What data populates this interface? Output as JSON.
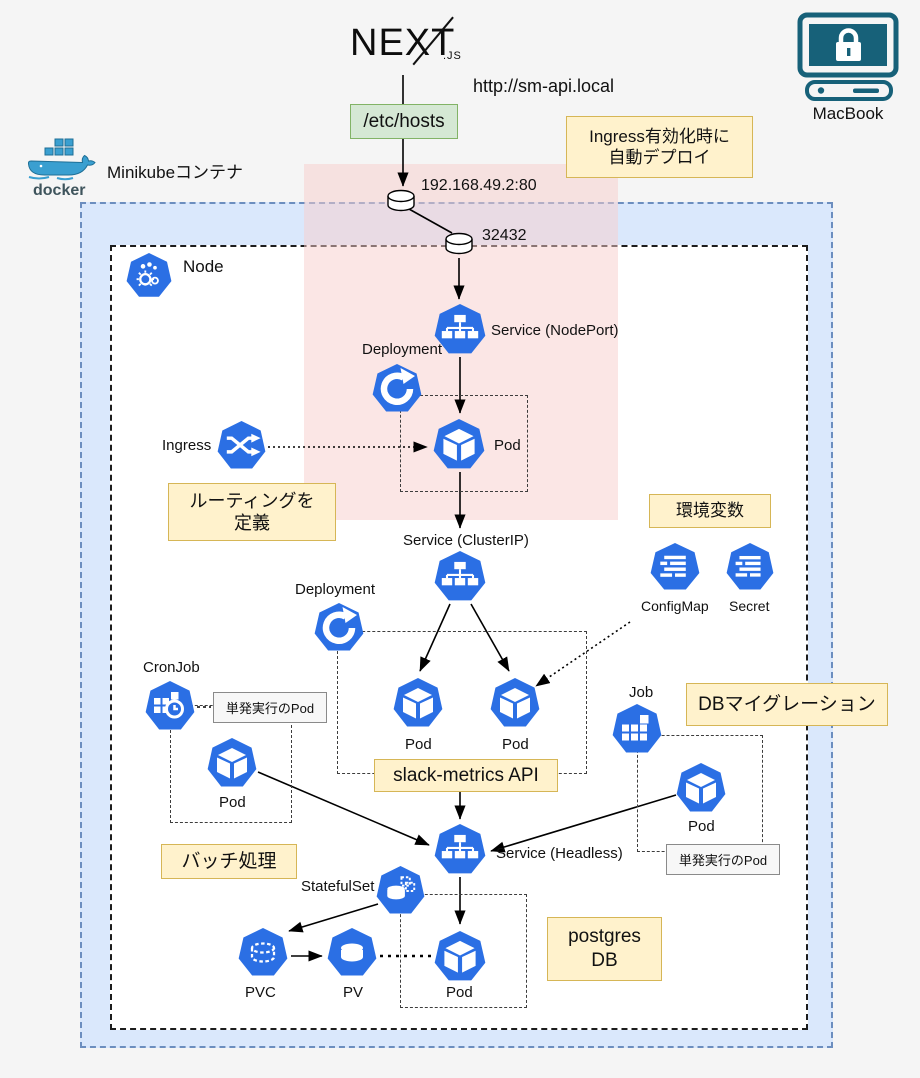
{
  "colors": {
    "background": "#f5f5f5",
    "kubernetes_blue": "#2b6fe4",
    "note_bg": "#fff2cc",
    "note_border": "#d6b656",
    "hosts_bg": "#d5e8d4",
    "hosts_border": "#82b366",
    "minikube_fill": "#dae8fc",
    "minikube_border": "#6c8ebf",
    "ingress_zone_pink": "rgba(248,206,204,0.5)",
    "macbook_teal": "#176179",
    "docker_blue": "#3a9fd0"
  },
  "external": {
    "nextjs_word": "NEXT",
    "nextjs_suffix": ".JS",
    "url": "http://sm-api.local",
    "hosts_file": "/etc/hosts",
    "macbook_label": "MacBook",
    "docker_label": "docker",
    "minikube_label": "Minikubeコンテナ"
  },
  "endpoints": {
    "ip_port": "192.168.49.2:80",
    "node_port": "32432"
  },
  "notes": {
    "ingress_auto": {
      "line1": "Ingress有効化時に",
      "line2": "自動デプロイ"
    },
    "routing": {
      "line1": "ルーティングを",
      "line2": "定義"
    },
    "env": "環境変数",
    "db_migration": "DBマイグレーション",
    "batch": "バッチ処理",
    "slack_api": "slack-metrics API",
    "postgres": {
      "line1": "postgres",
      "line2": "DB"
    },
    "oneshot": "単発実行のPod"
  },
  "resources": {
    "node": "Node",
    "service_nodeport": "Service (NodePort)",
    "service_clusterip": "Service (ClusterIP)",
    "service_headless": "Service (Headless)",
    "deployment": "Deployment",
    "ingress": "Ingress",
    "pod": "Pod",
    "configmap": "ConfigMap",
    "secret": "Secret",
    "cronjob": "CronJob",
    "job": "Job",
    "statefulset": "StatefulSet",
    "pvc": "PVC",
    "pv": "PV"
  }
}
